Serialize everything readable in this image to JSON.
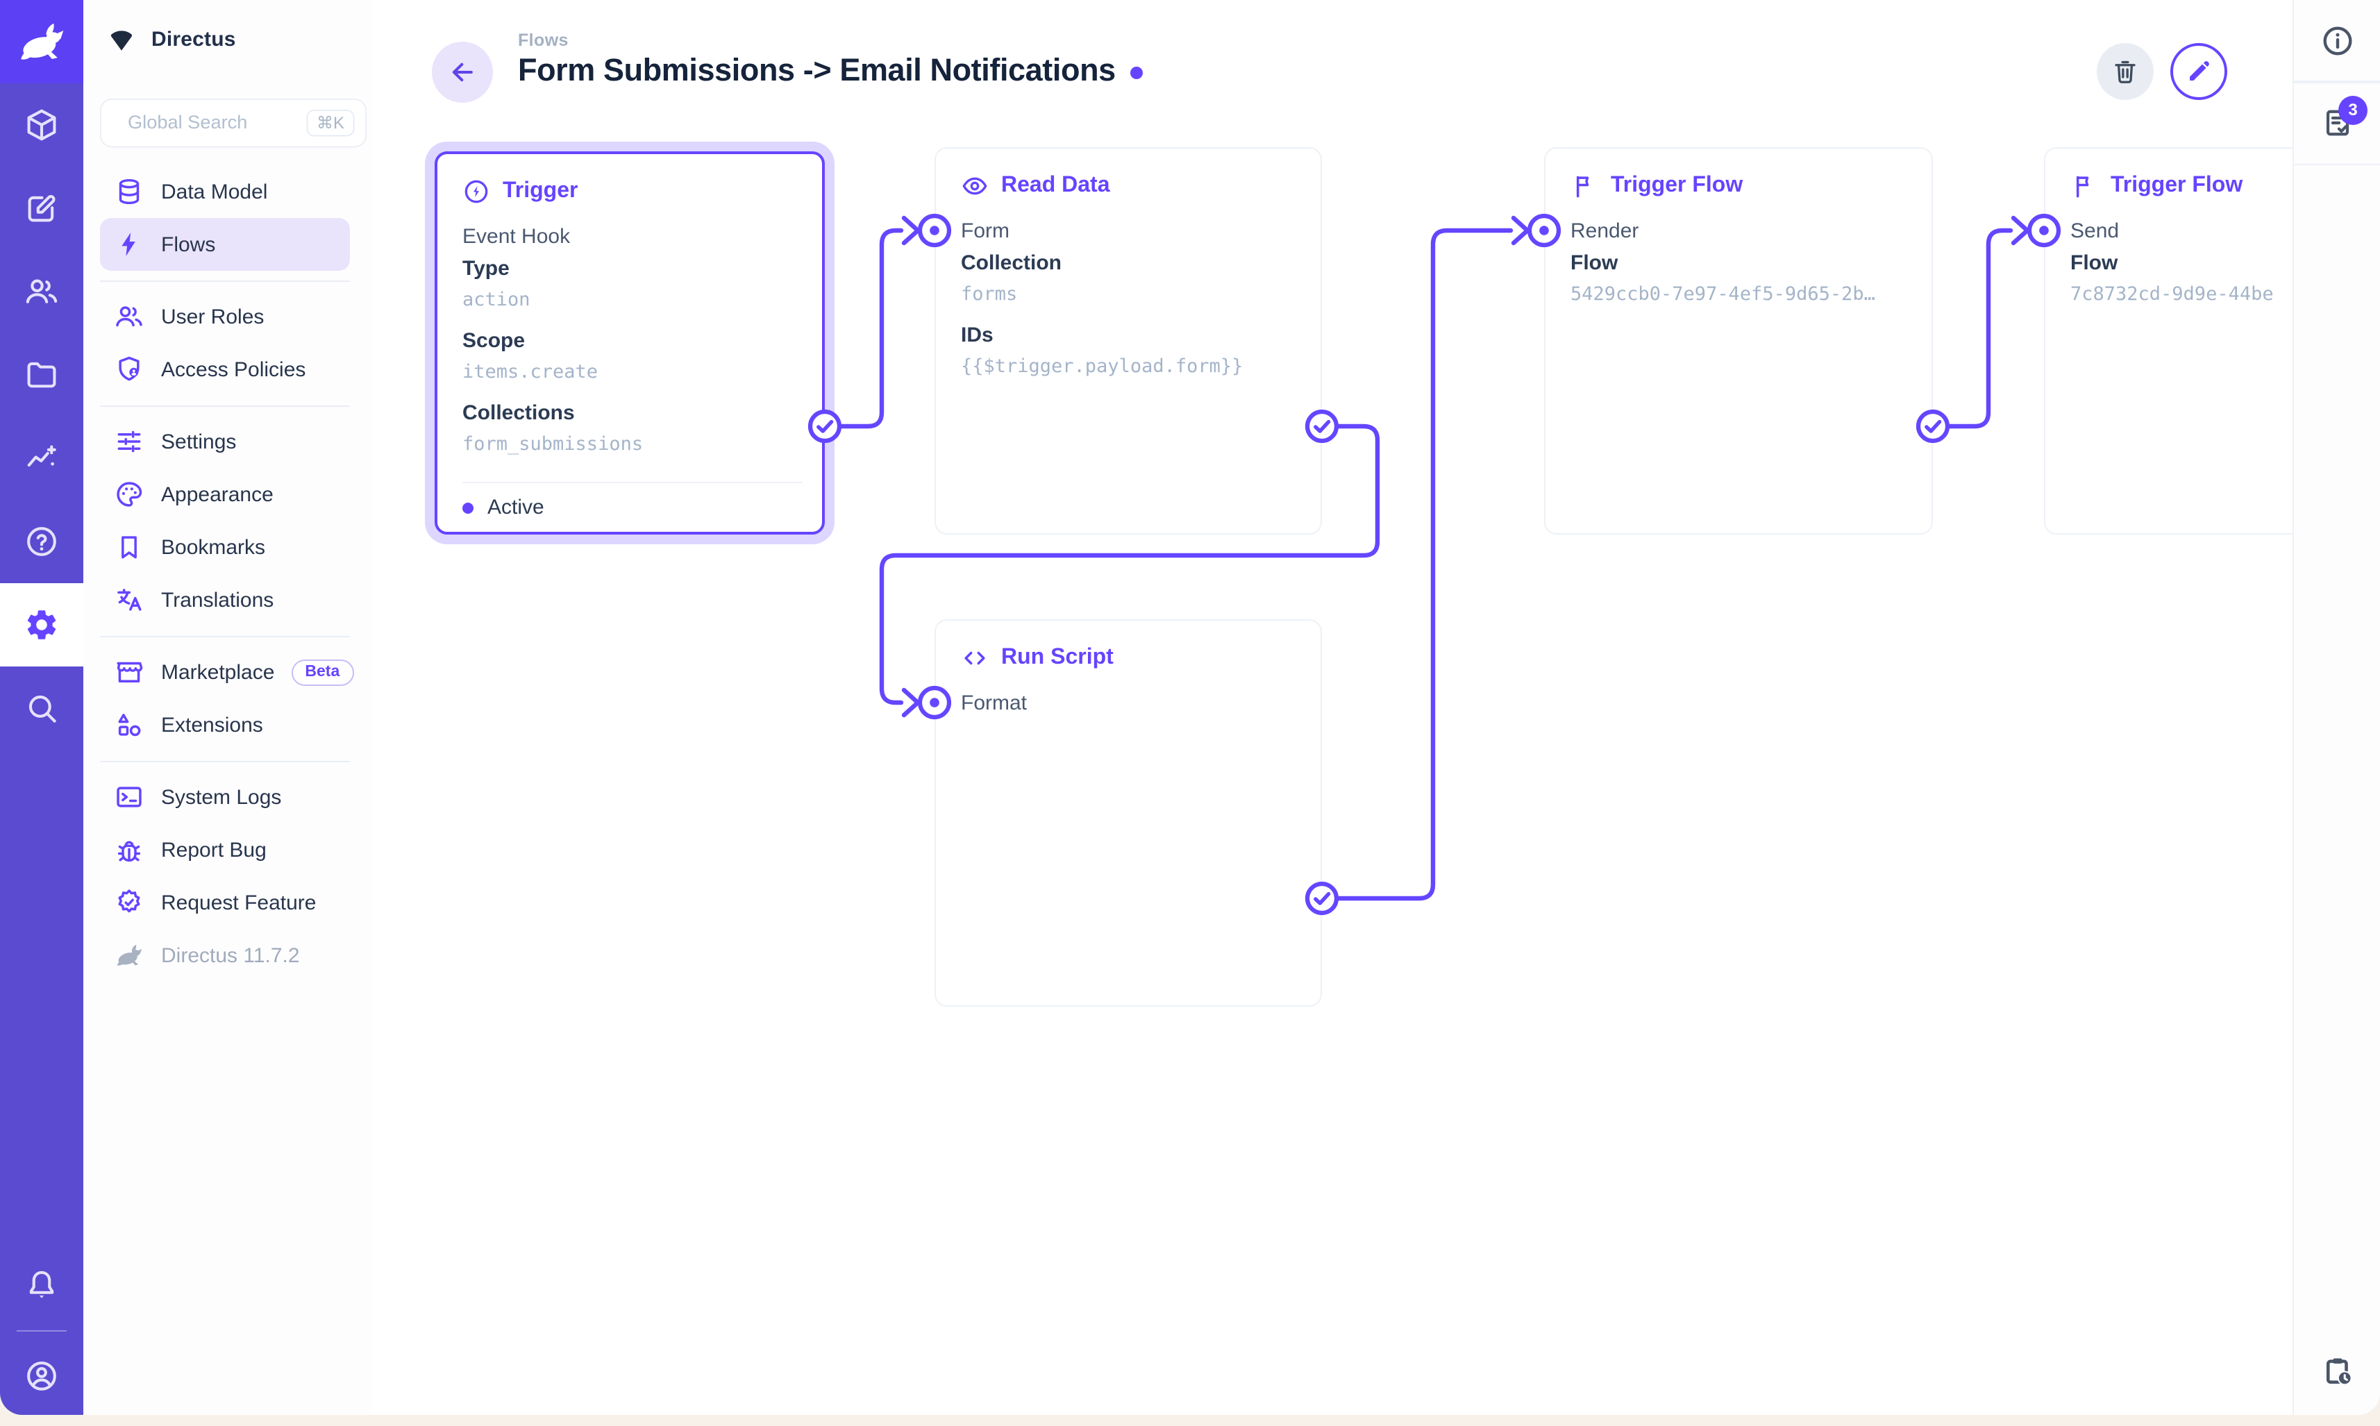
{
  "colors": {
    "accent": "#6644ff",
    "module_bar": "#5a4bd1",
    "logo_bg": "#5b40f4",
    "selected_halo": "rgba(102,68,255,0.22)"
  },
  "module_bar": {
    "logo_icon": "rabbit",
    "modules": [
      {
        "name": "content",
        "icon": "box"
      },
      {
        "name": "editor",
        "icon": "edit-square"
      },
      {
        "name": "users",
        "icon": "people"
      },
      {
        "name": "files",
        "icon": "folder"
      },
      {
        "name": "insights",
        "icon": "insights"
      },
      {
        "name": "help",
        "icon": "help"
      },
      {
        "name": "settings",
        "icon": "gear",
        "active": true
      },
      {
        "name": "search",
        "icon": "search"
      }
    ],
    "bottom": [
      {
        "name": "notifications",
        "icon": "bell"
      },
      {
        "name": "account",
        "icon": "account"
      }
    ]
  },
  "nav": {
    "project_name": "Directus",
    "project_icon": "wedge",
    "search": {
      "placeholder": "Global Search",
      "shortcut": "⌘K"
    },
    "sections": [
      [
        {
          "label": "Data Model",
          "icon": "database"
        },
        {
          "label": "Flows",
          "icon": "bolt",
          "active": true
        }
      ],
      [
        {
          "label": "User Roles",
          "icon": "people"
        },
        {
          "label": "Access Policies",
          "icon": "shield-user"
        }
      ],
      [
        {
          "label": "Settings",
          "icon": "tune"
        },
        {
          "label": "Appearance",
          "icon": "palette"
        },
        {
          "label": "Bookmarks",
          "icon": "bookmark"
        },
        {
          "label": "Translations",
          "icon": "translate"
        }
      ],
      [
        {
          "label": "Marketplace",
          "icon": "storefront",
          "badge": "Beta"
        },
        {
          "label": "Extensions",
          "icon": "shapes"
        }
      ],
      [
        {
          "label": "System Logs",
          "icon": "terminal"
        },
        {
          "label": "Report Bug",
          "icon": "bug"
        },
        {
          "label": "Request Feature",
          "icon": "verified"
        },
        {
          "label": "Directus 11.7.2",
          "icon": "rabbit",
          "muted": true
        }
      ]
    ]
  },
  "header": {
    "breadcrumb": "Flows",
    "title": "Form Submissions -> Email Notifications",
    "buttons": [
      {
        "name": "delete",
        "icon": "trash"
      },
      {
        "name": "edit",
        "icon": "pencil",
        "primary": true
      }
    ]
  },
  "right_rail": {
    "top": [
      {
        "name": "info",
        "icon": "info"
      },
      {
        "name": "notices",
        "icon": "notices",
        "badge": "3"
      }
    ],
    "bottom": [
      {
        "name": "flow-activity",
        "icon": "clipboard-clock"
      }
    ]
  },
  "flow": {
    "nodes": [
      {
        "id": "trigger",
        "icon": "bolt-circle",
        "title": "Trigger",
        "selected": true,
        "rows": [
          {
            "text": "Event Hook",
            "type": "plain"
          },
          {
            "text": "Type",
            "type": "label"
          },
          {
            "text": "action",
            "type": "mono"
          },
          {
            "text": "Scope",
            "type": "label",
            "gap": true
          },
          {
            "text": "items.create",
            "type": "mono"
          },
          {
            "text": "Collections",
            "type": "label",
            "gap": true
          },
          {
            "text": "form_submissions",
            "type": "mono"
          }
        ],
        "footer": {
          "text": "Active"
        }
      },
      {
        "id": "read-data",
        "icon": "eye",
        "title": "Read Data",
        "rows": [
          {
            "text": "Form",
            "type": "plain"
          },
          {
            "text": "Collection",
            "type": "label"
          },
          {
            "text": "forms",
            "type": "mono"
          },
          {
            "text": "IDs",
            "type": "label",
            "gap": true
          },
          {
            "text": "{{$trigger.payload.form}}",
            "type": "mono"
          }
        ]
      },
      {
        "id": "run-script",
        "icon": "code",
        "title": "Run Script",
        "rows": [
          {
            "text": "Format",
            "type": "plain"
          }
        ]
      },
      {
        "id": "trigger-flow-render",
        "icon": "flag",
        "title": "Trigger Flow",
        "rows": [
          {
            "text": "Render",
            "type": "plain"
          },
          {
            "text": "Flow",
            "type": "label"
          },
          {
            "text": "5429ccb0-7e97-4ef5-9d65-2b…",
            "type": "mono"
          }
        ]
      },
      {
        "id": "trigger-flow-send",
        "icon": "flag",
        "title": "Trigger Flow",
        "rows": [
          {
            "text": "Send",
            "type": "plain"
          },
          {
            "text": "Flow",
            "type": "label"
          },
          {
            "text": "7c8732cd-9d9e-44be",
            "type": "mono"
          }
        ]
      }
    ]
  }
}
